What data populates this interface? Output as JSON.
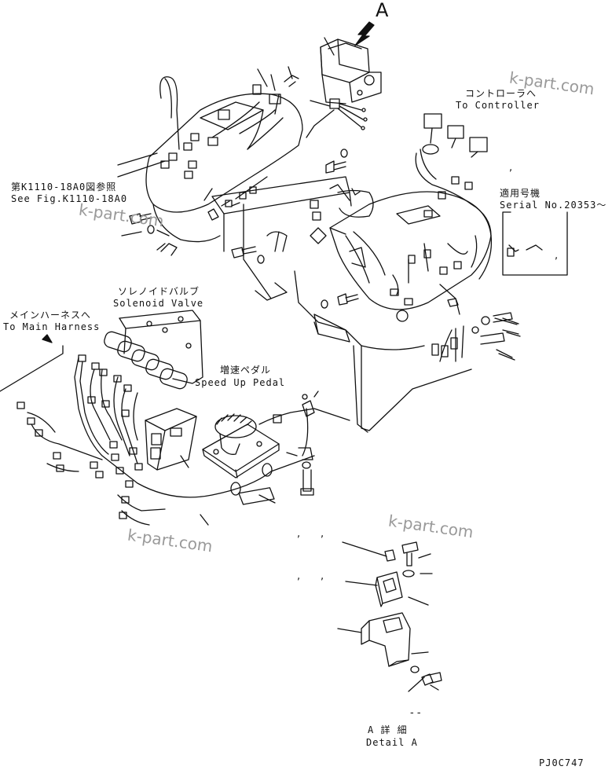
{
  "view_label": "A",
  "labels": {
    "to_controller_jp": "コントローラへ",
    "to_controller_en": "To Controller",
    "serial_jp": "適用号機",
    "serial_en": "Serial No.20353～",
    "see_fig_jp": "第K1110-18A0図参照",
    "see_fig_en": "See Fig.K1110-18A0",
    "solenoid_jp": "ソレノイドバルブ",
    "solenoid_en": "Solenoid Valve",
    "main_harness_jp": "メインハーネスへ",
    "main_harness_en": "To Main Harness",
    "speed_pedal_jp": "増速ペダル",
    "speed_pedal_en": "Speed Up Pedal",
    "detail_jp": "A 詳 細",
    "detail_en": "Detail A",
    "drawing_code": "PJ0C747"
  },
  "watermarks": [
    "k-part.com",
    "k-part.com",
    "k-part.com"
  ],
  "colors": {
    "line": "#111111",
    "watermark": "#9a9a9a",
    "background": "#ffffff"
  }
}
